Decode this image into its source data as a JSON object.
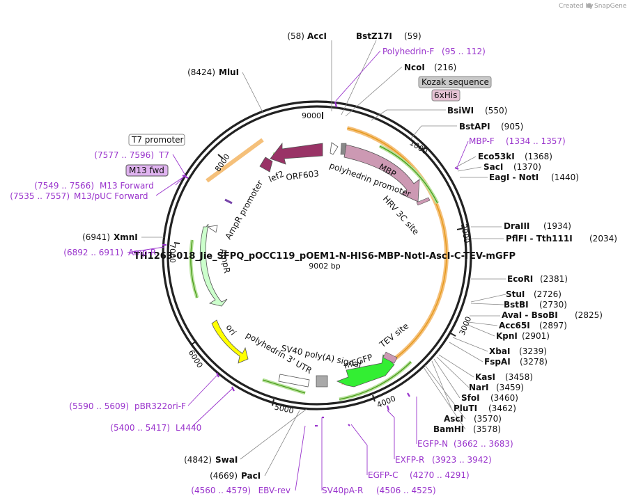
{
  "credit": {
    "created_by": "Created by",
    "app": "SnapGene"
  },
  "plasmid": {
    "name": "TH1263-018_Jie_SFPQ_pOCC119_pOEM1-N-HIS6-MBP-NotI-AscI-C-TEV-mGFP",
    "length": "9002 bp"
  },
  "ticks": [
    "1000",
    "2000",
    "3000",
    "4000",
    "5000",
    "6000",
    "7000",
    "8000",
    "9000"
  ],
  "sites": [
    {
      "name": "AccI",
      "pos": "(58)"
    },
    {
      "name": "BstZ17I",
      "pos": "(59)"
    },
    {
      "name": "NcoI",
      "pos": "(216)"
    },
    {
      "name": "BsiWI",
      "pos": "(550)"
    },
    {
      "name": "BstAPI",
      "pos": "(905)"
    },
    {
      "name": "Eco53kI",
      "pos": "(1368)"
    },
    {
      "name": "SacI",
      "pos": "(1370)"
    },
    {
      "name": "EagI - NotI",
      "pos": "(1440)"
    },
    {
      "name": "DraIII",
      "pos": "(1934)"
    },
    {
      "name": "PflFI - Tth111I",
      "pos": "(2034)"
    },
    {
      "name": "EcoRI",
      "pos": "(2381)"
    },
    {
      "name": "StuI",
      "pos": "(2726)"
    },
    {
      "name": "BstBI",
      "pos": "(2730)"
    },
    {
      "name": "AvaI - BsoBI",
      "pos": "(2825)"
    },
    {
      "name": "Acc65I",
      "pos": "(2897)"
    },
    {
      "name": "KpnI",
      "pos": "(2901)"
    },
    {
      "name": "XbaI",
      "pos": "(3239)"
    },
    {
      "name": "FspAI",
      "pos": "(3278)"
    },
    {
      "name": "KasI",
      "pos": "(3458)"
    },
    {
      "name": "NarI",
      "pos": "(3459)"
    },
    {
      "name": "SfoI",
      "pos": "(3460)"
    },
    {
      "name": "PluTI",
      "pos": "(3462)"
    },
    {
      "name": "AscI",
      "pos": "(3570)"
    },
    {
      "name": "BamHI",
      "pos": "(3578)"
    },
    {
      "name": "SwaI",
      "pos": "(4842)"
    },
    {
      "name": "PacI",
      "pos": "(4669)"
    },
    {
      "name": "XmnI",
      "pos": "(6941)"
    },
    {
      "name": "MluI",
      "pos": "(8424)"
    }
  ],
  "primers": [
    {
      "name": "Polyhedrin-F",
      "range": "(95 .. 112)"
    },
    {
      "name": "MBP-F",
      "range": "(1334 .. 1357)"
    },
    {
      "name": "EGFP-N",
      "range": "(3662 .. 3683)"
    },
    {
      "name": "EXFP-R",
      "range": "(3923 .. 3942)"
    },
    {
      "name": "EGFP-C",
      "range": "(4270 .. 4291)"
    },
    {
      "name": "SV40pA-R",
      "range": "(4506 .. 4525)"
    },
    {
      "name": "EBV-rev",
      "range": "(4560 .. 4579)"
    },
    {
      "name": "L4440",
      "range": "(5400 .. 5417)"
    },
    {
      "name": "pBR322ori-F",
      "range": "(5590 .. 5609)"
    },
    {
      "name": "Amp-R",
      "range": "(6892 .. 6911)"
    },
    {
      "name": "M13/pUC Forward",
      "range": "(7535 .. 7557)"
    },
    {
      "name": "M13 Forward",
      "range": "(7549 .. 7566)"
    },
    {
      "name": "T7",
      "range": "(7577 .. 7596)"
    }
  ],
  "boxed_labels": [
    "Kozak sequence",
    "6xHis",
    "T7 promoter",
    "M13 fwd"
  ],
  "features": [
    "MBP",
    "polyhedrin promoter",
    "HRV 3C site",
    "ORF603",
    "lef2",
    "AmpR promoter",
    "AmpR",
    "ori",
    "polyhedrin 3' UTR",
    "SV40 poly(A) signal",
    "mEGFP",
    "TEV site"
  ],
  "colors": {
    "mbp": "#cc99b3",
    "orf": "#993366",
    "ampr": "#ccffcc",
    "ori": "#ffff00",
    "mEGFP": "#33ee33",
    "primer": "#9933cc",
    "orange_arc": "#f5a623",
    "green_arc": "#6dbf3a"
  }
}
